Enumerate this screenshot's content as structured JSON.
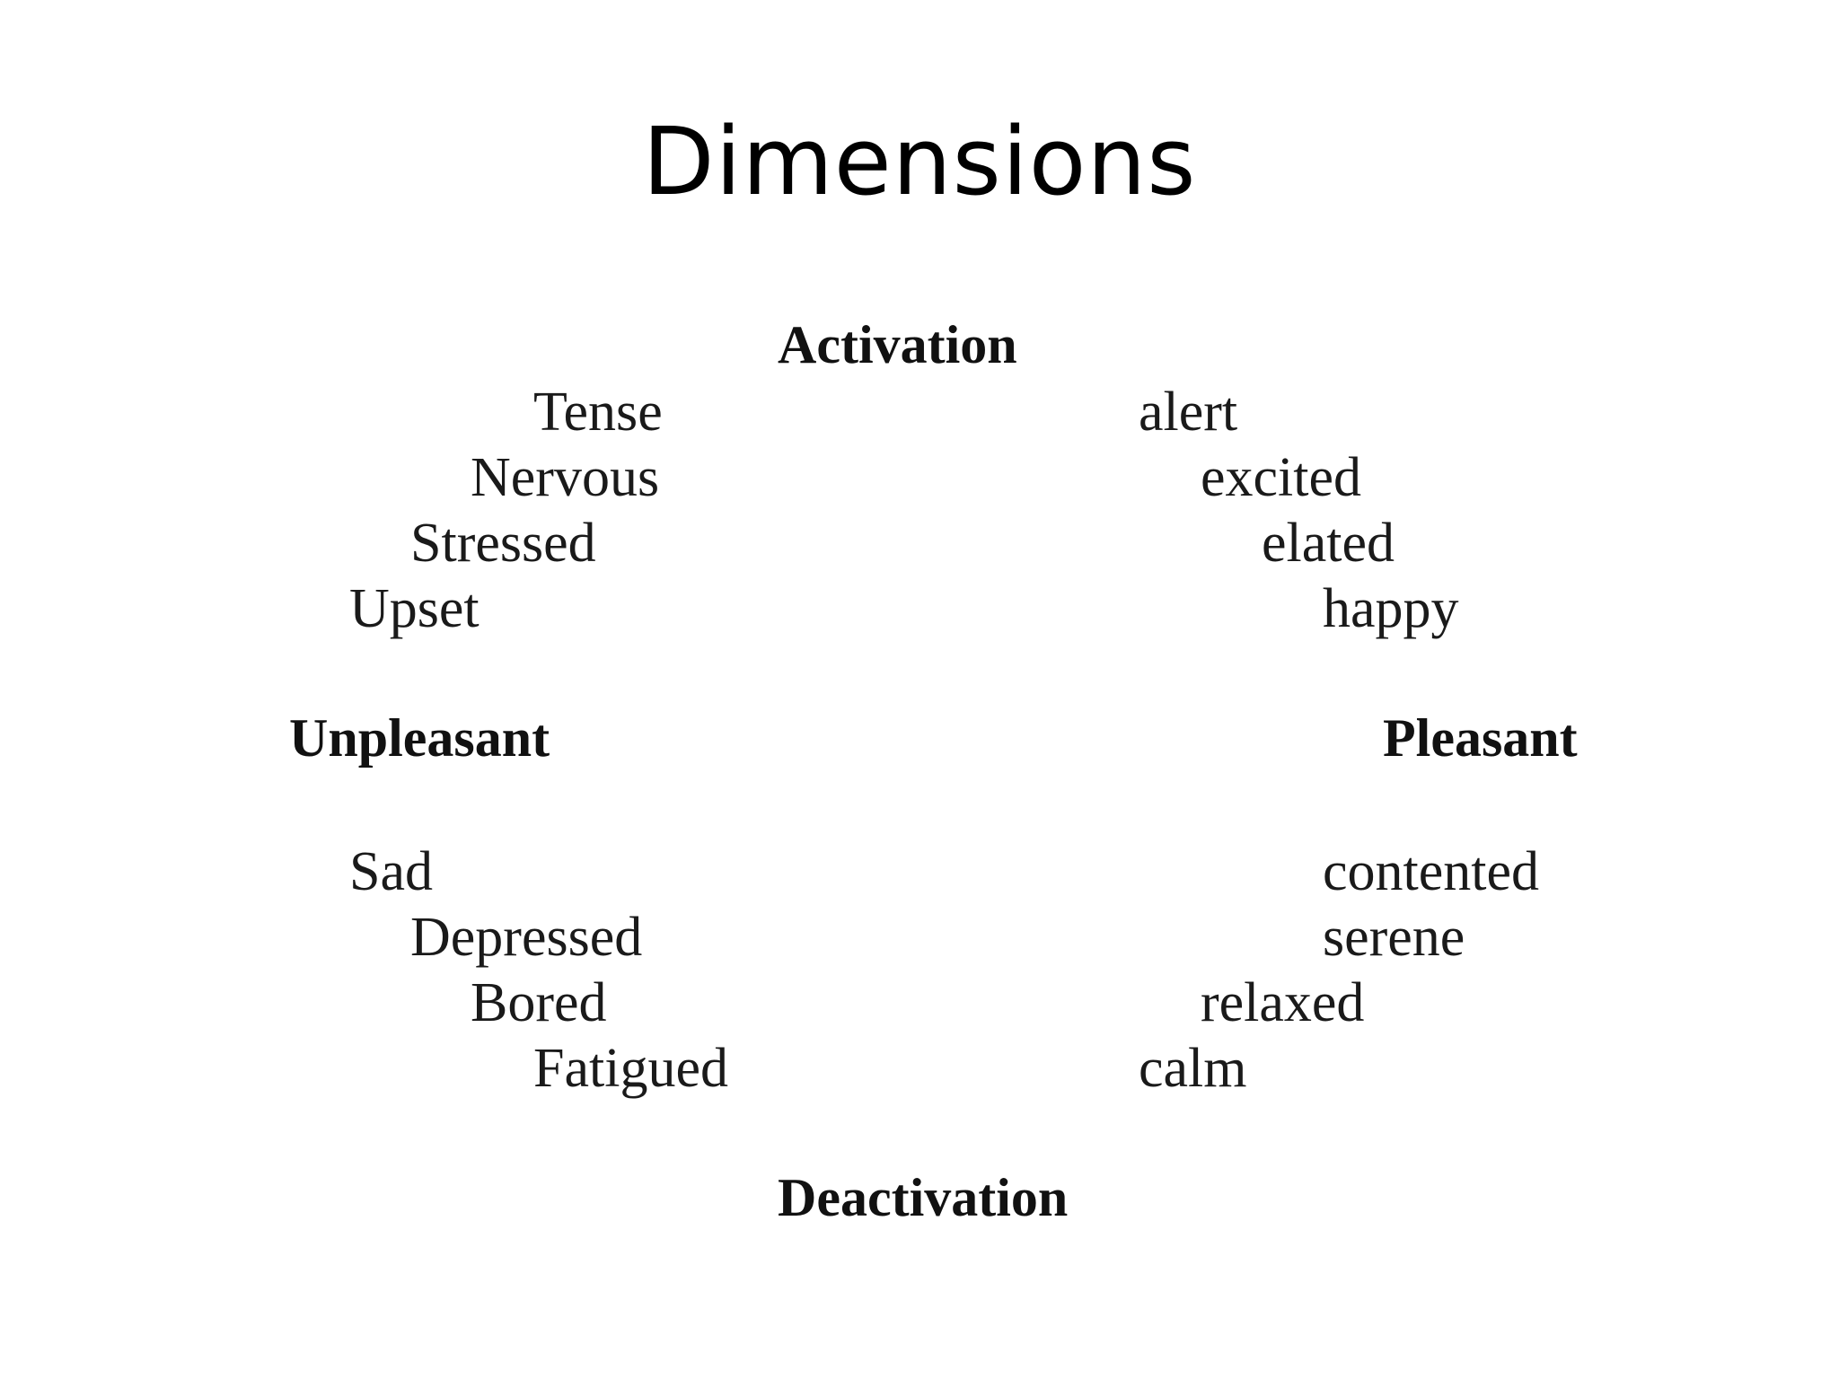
{
  "slide": {
    "title": "Dimensions"
  },
  "diagram": {
    "poles": {
      "top": "Activation",
      "bottom": "Deactivation",
      "left": "Unpleasant",
      "right": "Pleasant"
    },
    "quadrants": {
      "activated_unpleasant": [
        "Tense",
        "Nervous",
        "Stressed",
        "Upset"
      ],
      "activated_pleasant": [
        "alert",
        "excited",
        "elated",
        "happy"
      ],
      "deactivated_unpleasant": [
        "Sad",
        "Depressed",
        "Bored",
        "Fatigued"
      ],
      "deactivated_pleasant": [
        "contented",
        "serene",
        "relaxed",
        "calm"
      ]
    }
  }
}
